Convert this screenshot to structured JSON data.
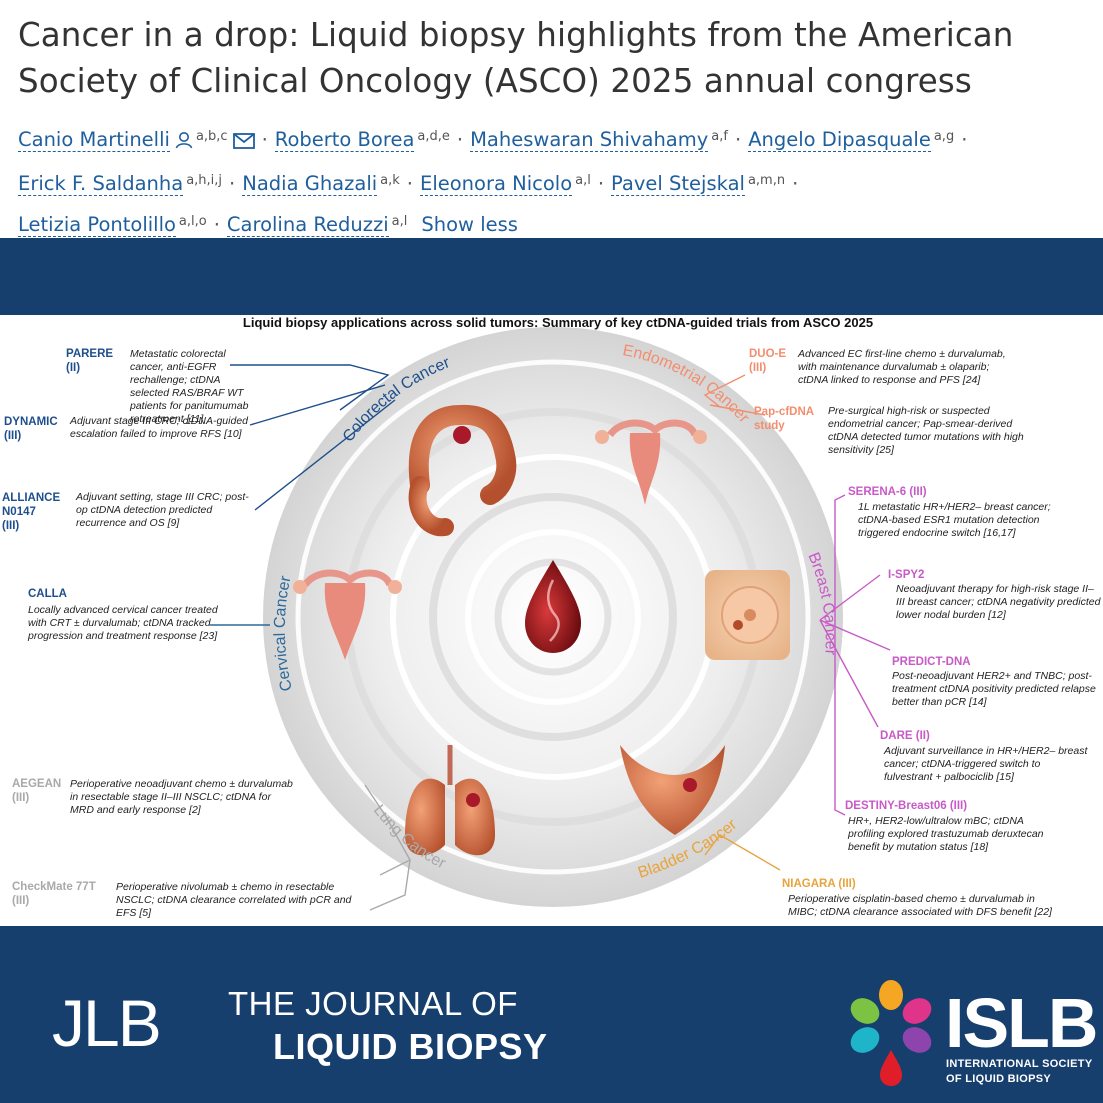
{
  "header": {
    "title_line1": "Cancer in a drop: Liquid biopsy highlights from the American",
    "title_line2": "Society of Clinical Oncology (ASCO) 2025 annual congress",
    "authors": [
      {
        "name": "Canio Martinelli",
        "aff": "a,b,c"
      },
      {
        "name": "Roberto Borea",
        "aff": "a,d,e"
      },
      {
        "name": "Maheswaran Shivahamy",
        "aff": "a,f"
      },
      {
        "name": "Angelo Dipasquale",
        "aff": "a,g"
      },
      {
        "name": "Erick F. Saldanha",
        "aff": "a,h,i,j"
      },
      {
        "name": "Nadia Ghazali",
        "aff": "a,k"
      },
      {
        "name": "Eleonora Nicolo",
        "aff": "a,l"
      },
      {
        "name": "Pavel Stejskal",
        "aff": "a,m,n"
      },
      {
        "name": "Letizia Pontolillo",
        "aff": "a,l,o"
      },
      {
        "name": "Carolina Reduzzi",
        "aff": "a,l"
      }
    ],
    "show_less": "Show less"
  },
  "graphic": {
    "title": "Liquid biopsy applications across solid tumors: Summary of key ctDNA-guided trials from ASCO 2025",
    "cancers": {
      "colorectal": "Colorectal Cancer",
      "endometrial": "Endometrial Cancer",
      "breast": "Breast Cancer",
      "cervical": "Cervical Cancer",
      "lung": "Lung Cancer",
      "bladder": "Bladder Cancer"
    },
    "trials": {
      "parere_name": "PARERE",
      "parere_phase": "(II)",
      "parere_l1": "Metastatic colorectal cancer, anti-EGFR",
      "parere_l2": "rechallenge; ctDNA selected RAS/BRAF WT",
      "parere_l3": "patients for panitumumab retreatment [11]",
      "dynamic_name": "DYNAMIC",
      "dynamic_phase": "(III)",
      "dynamic_l1": "Adjuvant stage III CRC; ctDNA-guided",
      "dynamic_l2": "escalation failed to improve RFS [10]",
      "alliance_name": "ALLIANCE",
      "alliance_name2": "N0147",
      "alliance_phase": "(III)",
      "alliance_l1": "Adjuvant setting, stage III CRC; post-",
      "alliance_l2": "op ctDNA detection predicted",
      "alliance_l3": "recurrence and OS [9]",
      "calla_name": "CALLA",
      "calla_l1": "Locally advanced cervical cancer treated",
      "calla_l2": "with CRT ± durvalumab; ctDNA tracked",
      "calla_l3": "progression and treatment response [23]",
      "aegean_name": "AEGEAN",
      "aegean_phase": "(III)",
      "aegean_l1": "Perioperative neoadjuvant chemo ± durvalumab",
      "aegean_l2": "in resectable stage II–III NSCLC; ctDNA for",
      "aegean_l3": "MRD and early response [2]",
      "checkmate_name": "CheckMate 77T",
      "checkmate_phase": "(III)",
      "checkmate_l1": "Perioperative nivolumab ± chemo in resectable",
      "checkmate_l2": "NSCLC; ctDNA clearance correlated with pCR and",
      "checkmate_l3": "EFS [5]",
      "duoe_name": "DUO-E",
      "duoe_phase": "(III)",
      "duoe_l1": "Advanced EC first-line chemo ± durvalumab,",
      "duoe_l2": "with maintenance durvalumab ± olaparib;",
      "duoe_l3": "ctDNA linked to response and PFS [24]",
      "papc_name": "Pap-cfDNA",
      "papc_name2": "study",
      "papc_l1": "Pre-surgical high-risk or suspected",
      "papc_l2": "endometrial cancer; Pap-smear-derived",
      "papc_l3": "ctDNA detected tumor mutations with high",
      "papc_l4": "sensitivity [25]",
      "serena_name": "SERENA-6 (III)",
      "serena_l1": "1L metastatic HR+/HER2– breast cancer;",
      "serena_l2": "ctDNA-based ESR1 mutation detection",
      "serena_l3": "triggered endocrine switch [16,17]",
      "ispy_name": "I-SPY2",
      "ispy_l1": "Neoadjuvant therapy for high-risk stage II–",
      "ispy_l2": "III breast cancer; ctDNA negativity predicted",
      "ispy_l3": "lower nodal burden [12]",
      "predict_name": "PREDICT-DNA",
      "predict_l1": "Post-neoadjuvant HER2+ and TNBC; post-",
      "predict_l2": "treatment ctDNA positivity predicted relapse",
      "predict_l3": "better than pCR [14]",
      "dare_name": "DARE (II)",
      "dare_l1": "Adjuvant surveillance in HR+/HER2– breast",
      "dare_l2": "cancer; ctDNA-triggered switch to",
      "dare_l3": "fulvestrant + palbociclib [15]",
      "destiny_name": "DESTINY-Breast06 (III)",
      "destiny_l1": "HR+, HER2-low/ultralow mBC; ctDNA",
      "destiny_l2": "profiling explored trastuzumab deruxtecan",
      "destiny_l3": "benefit by mutation status [18]",
      "niagara_name": "NIAGARA (III)",
      "niagara_l1": "Perioperative cisplatin-based chemo ± durvalumab in",
      "niagara_l2": "MIBC; ctDNA clearance associated with DFS benefit [22]"
    }
  },
  "footer": {
    "jlb": "JLB",
    "jlb_line1": "THE JOURNAL OF",
    "jlb_line2": "LIQUID BIOPSY",
    "islb": "ISLB",
    "islb_sub1": "INTERNATIONAL SOCIETY",
    "islb_sub2": "OF LIQUID BIOPSY"
  },
  "colors": {
    "navy": "#173f6e",
    "link": "#1f5f9d",
    "colorectal": "#1e4f8c",
    "endometrial": "#f28e6e",
    "breast": "#c75ac7",
    "cervical": "#2d6a9a",
    "lung": "#a9a9a9",
    "bladder": "#e8a33c"
  }
}
